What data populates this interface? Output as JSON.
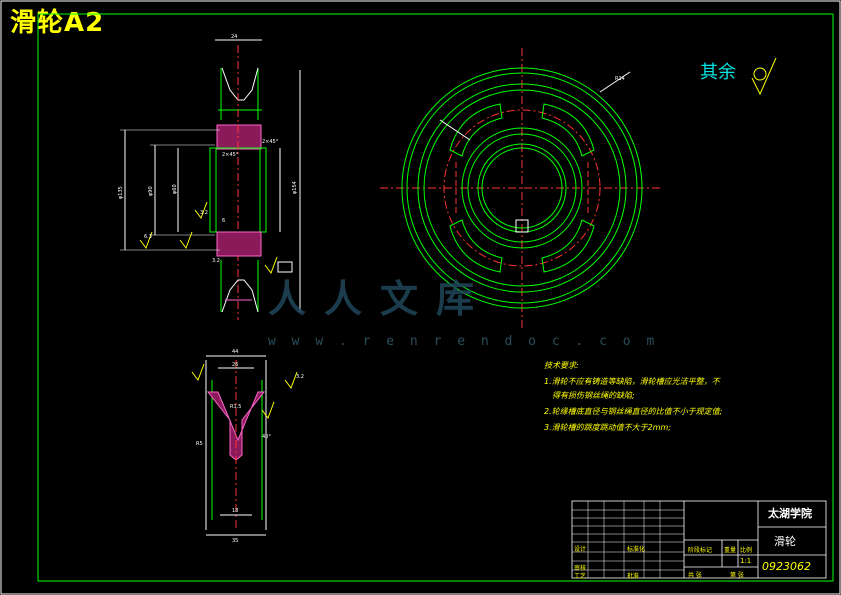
{
  "drawing": {
    "title": "滑轮A2",
    "roughness_note": "其余",
    "watermark": {
      "text": "人人文库",
      "url": "w w w . r e n r e n d o c . c o m"
    }
  },
  "technical_requirements": {
    "heading": "技术要求:",
    "items": [
      "1.滑轮不应有铸造等缺陷，滑轮槽应光洁平整，不",
      "得有损伤钢丝绳的缺陷;",
      "2.轮缘槽底直径与钢丝绳直径的比值不小于规定值;",
      "3.滑轮槽的跳度跳动值不大于2mm;"
    ]
  },
  "title_block": {
    "school": "太湖学院",
    "part_name": "滑轮",
    "drawing_number": "0923062",
    "scale": "1:1",
    "labels": {
      "design": "设计",
      "standard": "标准化",
      "review": "审核",
      "process": "工艺",
      "approve": "批准",
      "stage_mark": "阶段标记",
      "weight": "重量",
      "ratio": "比例",
      "sheets_total": "共 张",
      "sheet_no": "第 张"
    }
  },
  "dimensions": {
    "top_width": "24",
    "chamfer_a": "2×45°",
    "chamfer_b": "2×45°",
    "phi_outer": "φ135",
    "phi_mid": "φ90",
    "phi_hub": "φ60",
    "phi_right": "φ154",
    "roughness_a": "3.2",
    "roughness_b": "6.3",
    "roughness_c": "3.2",
    "width_bottom": "6",
    "detail_width": "44",
    "detail_top": "26",
    "detail_mid": "R1.5",
    "detail_bottom_a": "18",
    "detail_bottom_b": "35",
    "detail_r": "R5",
    "detail_angle": "40°",
    "detail_side": "3.2",
    "front_radius": "R14"
  }
}
